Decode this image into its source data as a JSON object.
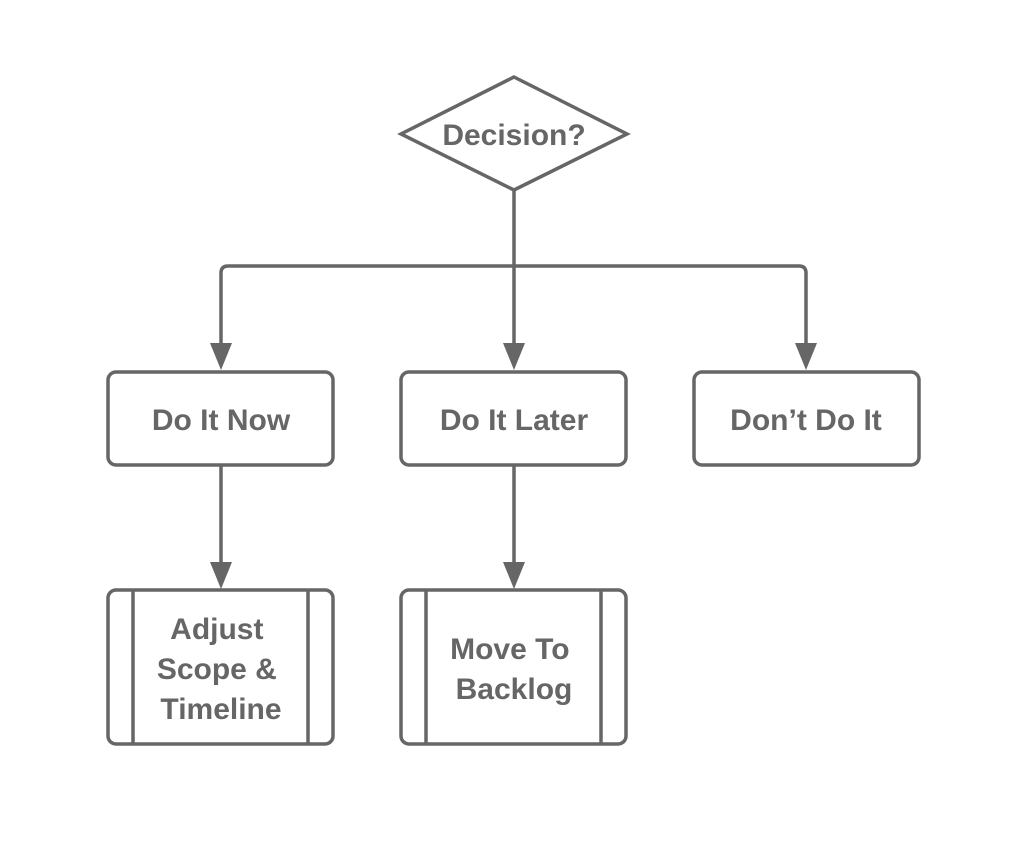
{
  "diagram": {
    "colors": {
      "stroke": "#666666",
      "text": "#666666",
      "background": "#ffffff"
    },
    "decision": {
      "label": "Decision?"
    },
    "options": {
      "do_now": "Do It Now",
      "do_later": "Do It Later",
      "dont_do": "Don’t Do It"
    },
    "actions": {
      "adjust": [
        "Adjust",
        "Scope &",
        "Timeline"
      ],
      "backlog": [
        "Move To",
        "Backlog"
      ]
    }
  }
}
